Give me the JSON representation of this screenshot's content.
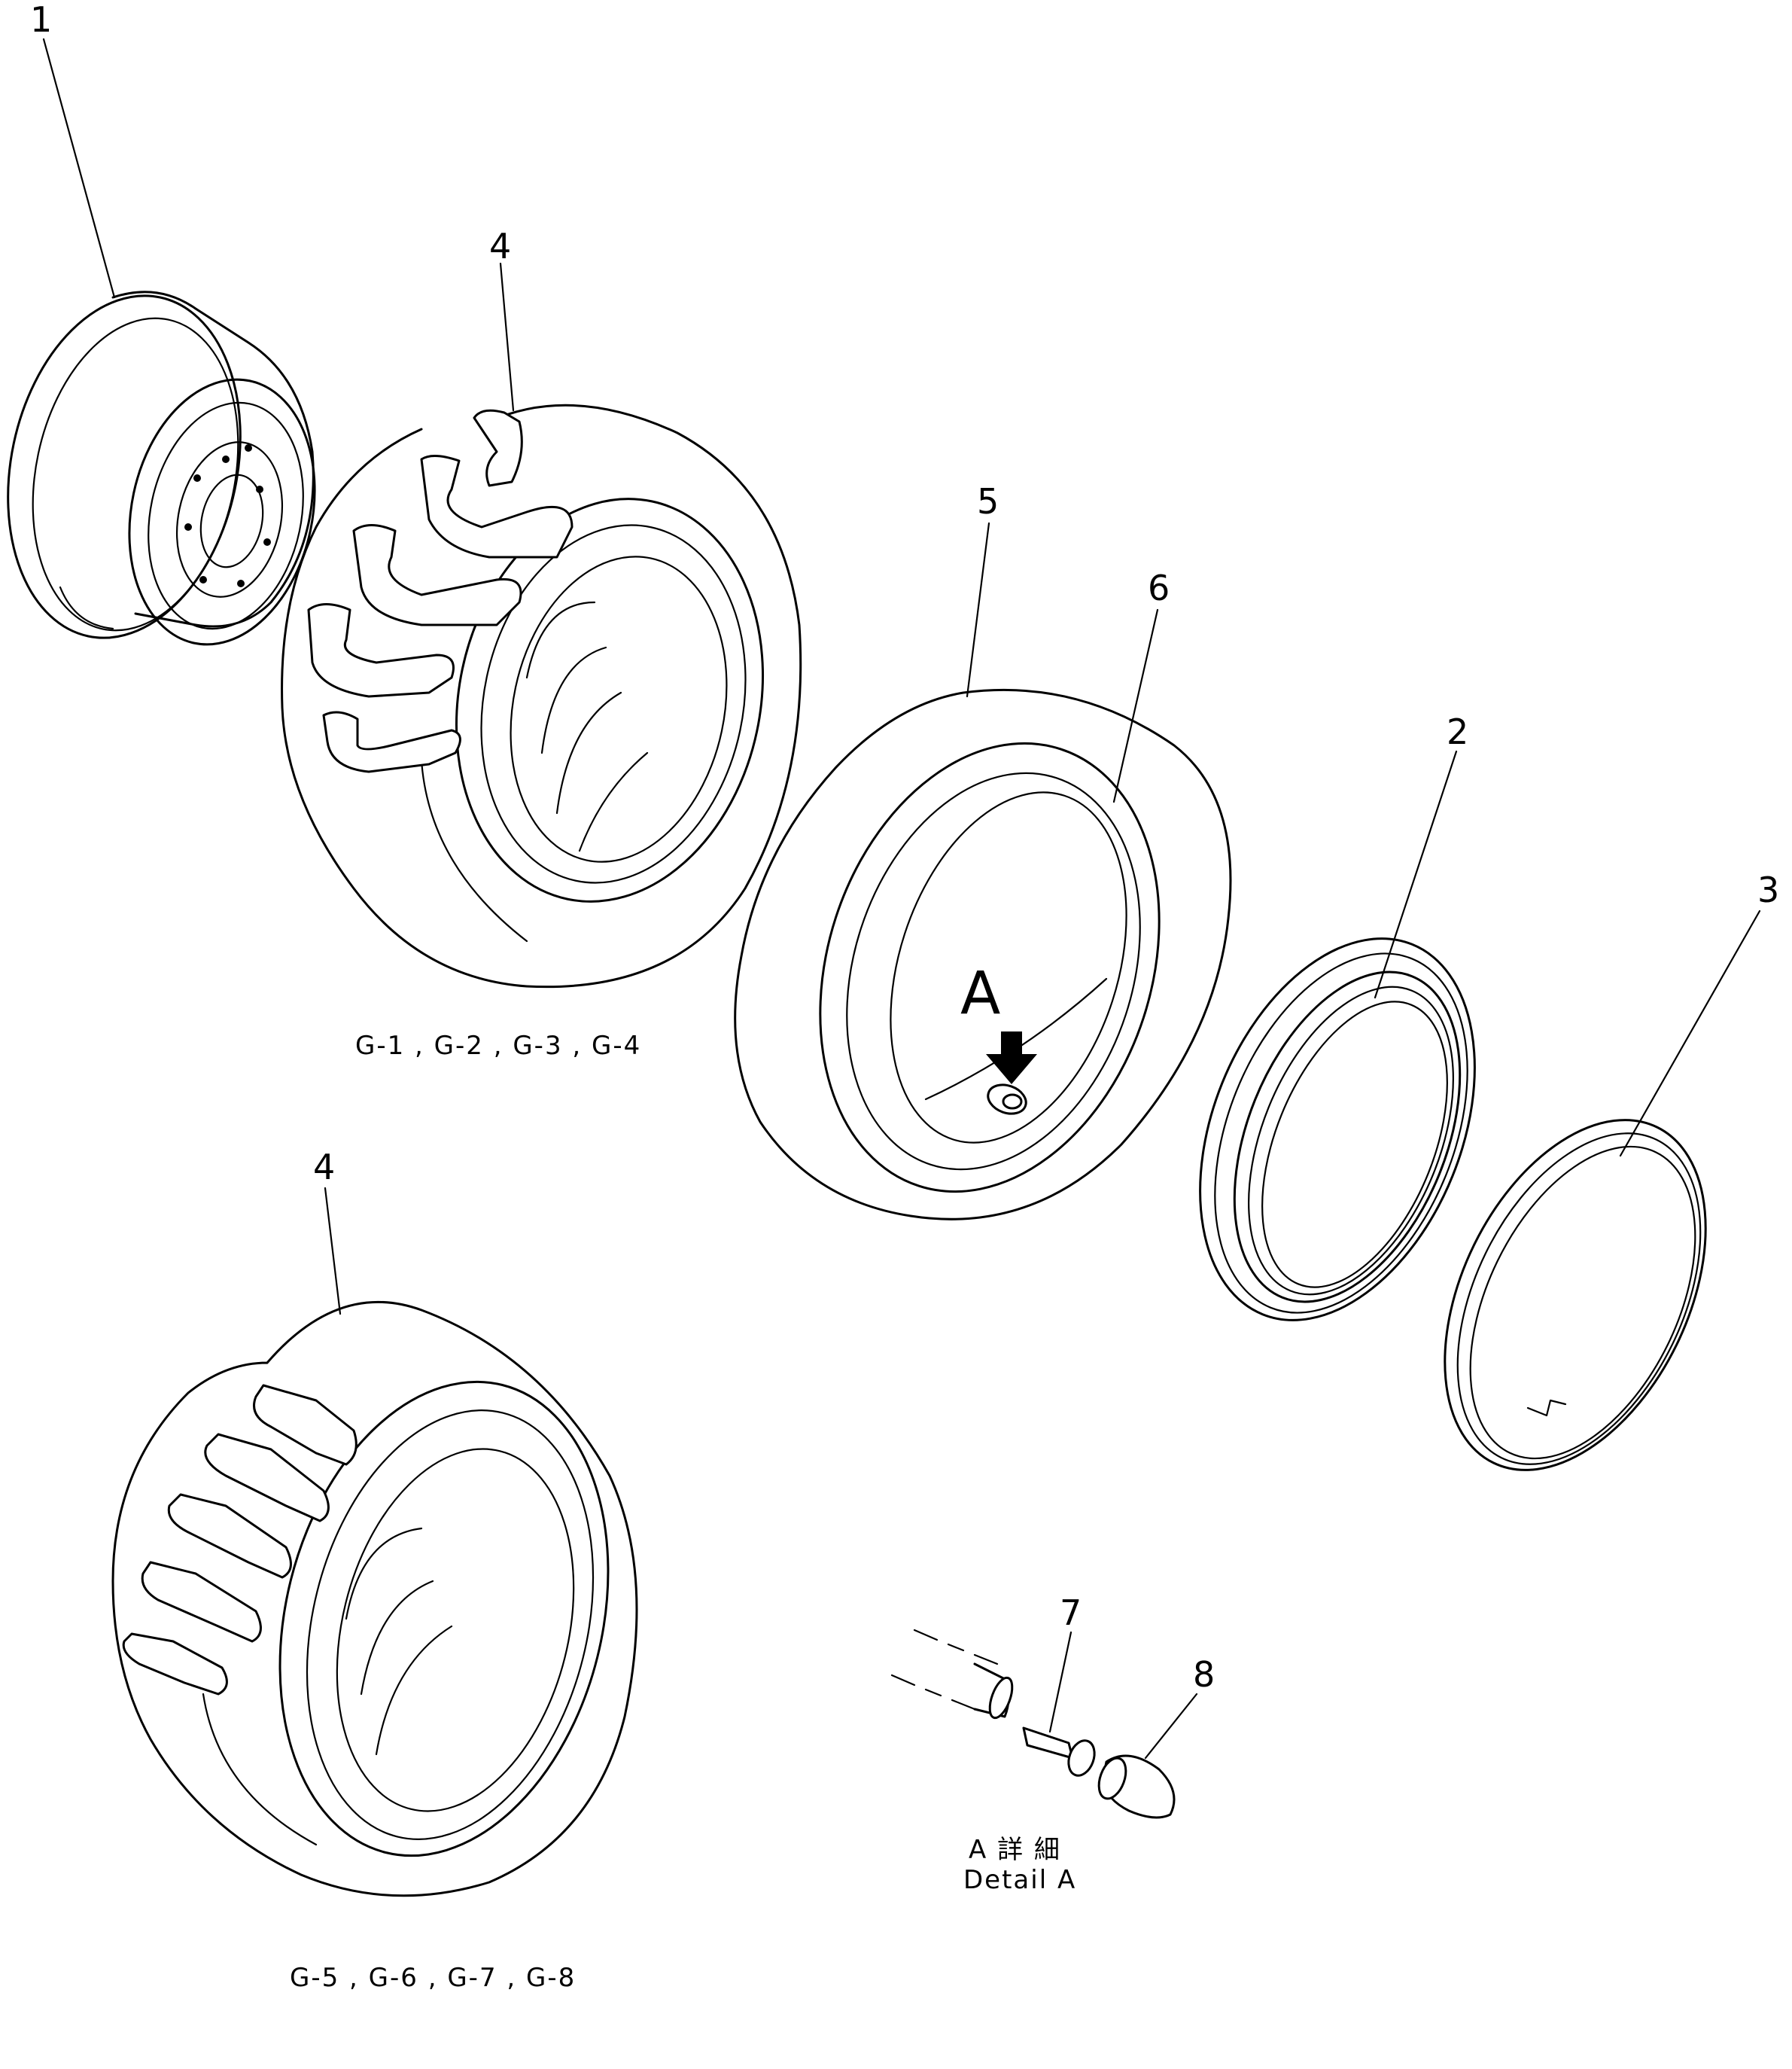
{
  "callouts": {
    "rim": "1",
    "side_ring": "2",
    "lock_ring": "3",
    "tire_upper": "4",
    "tire_lower": "4",
    "tube": "5",
    "flap": "6",
    "valve_core": "7",
    "valve_cap": "8"
  },
  "captions": {
    "upper_tire_models": "G-1 , G-2 , G-3 , G-4",
    "lower_tire_models": "G-5 , G-6 , G-7 , G-8",
    "detail_marker": "A",
    "detail_title_jp": "A 詳 細",
    "detail_title_en": "Detail A"
  },
  "colors": {
    "line": "#000000",
    "background": "#ffffff"
  }
}
